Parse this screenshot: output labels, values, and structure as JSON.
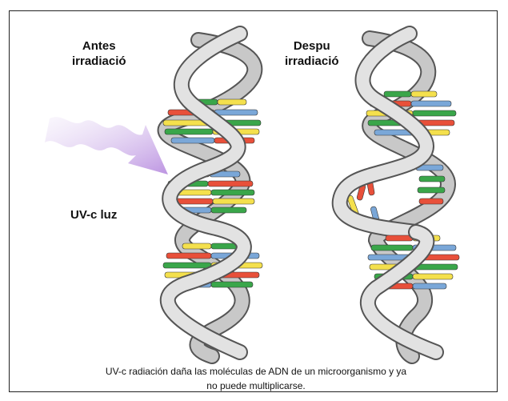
{
  "labels": {
    "before_line1": "Antes",
    "before_line2": "irradiació",
    "after_line1": "Despu",
    "after_line2": "irradiació",
    "uvc": "UV-c  luz"
  },
  "caption": {
    "line1": "UV-c  radiación daña las moléculas de ADN de un microorganismo y ya",
    "line2": "no puede multiplicarse."
  },
  "colors": {
    "backbone": "#c8c8c8",
    "backbone_edge": "#555555",
    "base_red": "#e8503a",
    "base_yellow": "#f4e04d",
    "base_green": "#3aa64a",
    "base_blue": "#7aa7d8",
    "uv_arrow": "#c9a8e6"
  },
  "icons": {
    "left": "intact-dna-double-helix",
    "right": "damaged-dna-double-helix",
    "arrow": "uv-light-wavy-arrow"
  }
}
